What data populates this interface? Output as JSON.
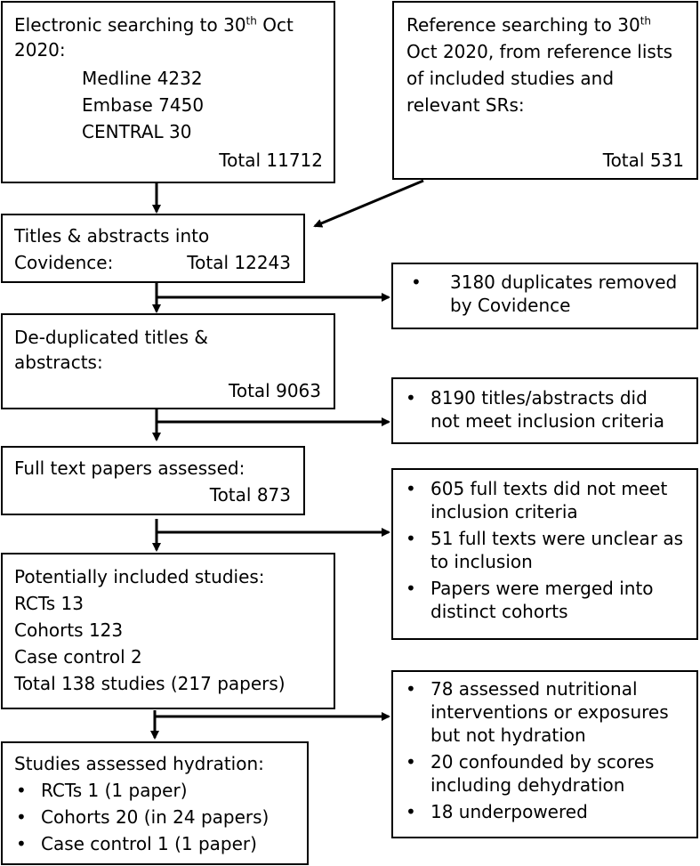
{
  "electronic": {
    "line1": "Electronic searching to 30",
    "sup": "th",
    "line1_end": " Oct",
    "line2": "2020:",
    "databases": [
      "Medline 4232",
      "Embase 7450",
      "CENTRAL 30"
    ],
    "total": "Total 11712"
  },
  "reference": {
    "line1": "Reference searching to 30",
    "sup": "th",
    "lines": [
      "Oct 2020, from reference lists",
      "of included studies and",
      "relevant SRs:"
    ],
    "total": "Total 531"
  },
  "titles": {
    "line1": "Titles & abstracts into",
    "line2": "Covidence:",
    "total": "Total 12243"
  },
  "duplicates": {
    "items": [
      {
        "lines": [
          "3180 duplicates removed",
          "by Covidence"
        ]
      }
    ]
  },
  "dedup": {
    "line1": "De-duplicated titles &",
    "line2": "abstracts:",
    "total": "Total 9063"
  },
  "excluded_titles": {
    "items": [
      {
        "lines": [
          "8190 titles/abstracts did",
          "not meet inclusion criteria"
        ]
      }
    ]
  },
  "fulltext": {
    "line1": "Full text papers assessed:",
    "total": "Total 873"
  },
  "excluded_fulltext": {
    "items": [
      {
        "lines": [
          "605 full texts did not meet",
          "inclusion criteria"
        ]
      },
      {
        "lines": [
          "51 full texts were unclear as",
          "to inclusion"
        ]
      },
      {
        "lines": [
          "Papers were merged into",
          "distinct cohorts"
        ]
      }
    ]
  },
  "potential": {
    "lines": [
      "Potentially included studies:",
      "RCTs 13",
      "Cohorts 123",
      "Case control 2",
      "Total 138 studies (217 papers)"
    ]
  },
  "excluded_hydration": {
    "items": [
      {
        "lines": [
          "78 assessed nutritional",
          "interventions or exposures",
          "but not hydration"
        ]
      },
      {
        "lines": [
          "20 confounded by scores",
          "including dehydration"
        ]
      },
      {
        "lines": [
          "18 underpowered"
        ]
      }
    ]
  },
  "hydration": {
    "title": "Studies assessed hydration:",
    "items": [
      "RCTs 1 (1 paper)",
      "Cohorts 20 (in 24 papers)",
      "Case control 1 (1 paper)"
    ]
  }
}
